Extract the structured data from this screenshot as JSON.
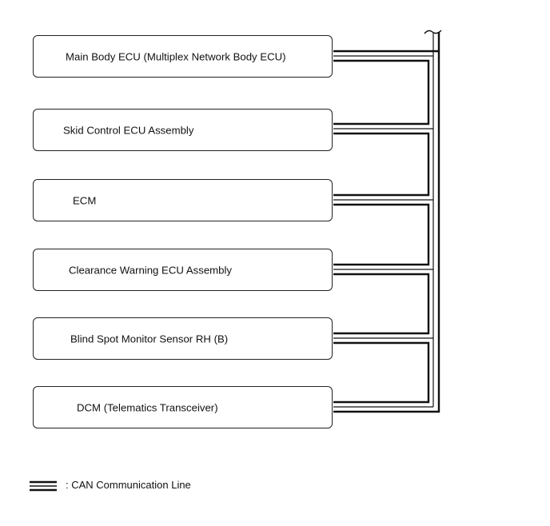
{
  "diagram": {
    "ecus": [
      {
        "label": "Main Body ECU (Multiplex Network Body ECU)"
      },
      {
        "label": "Skid Control ECU Assembly"
      },
      {
        "label": "ECM"
      },
      {
        "label": "Clearance Warning ECU Assembly"
      },
      {
        "label": "Blind Spot Monitor Sensor RH (B)"
      },
      {
        "label": "DCM (Telematics Transceiver)"
      }
    ]
  },
  "legend": {
    "label": ": CAN Communication Line"
  },
  "colors": {
    "line": "#111111",
    "background": "#ffffff"
  }
}
